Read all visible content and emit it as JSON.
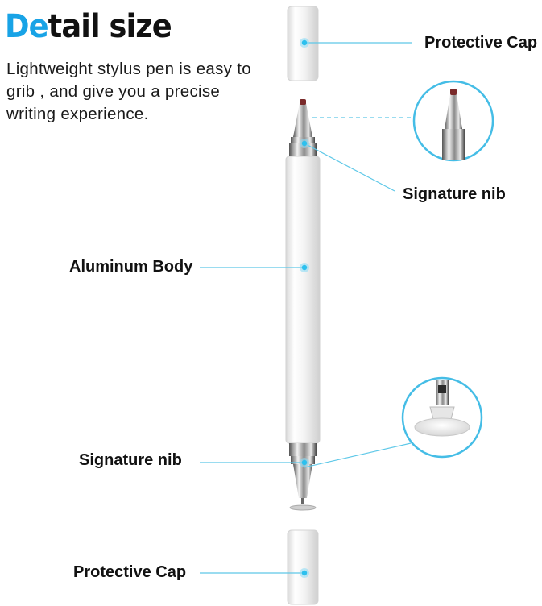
{
  "title": {
    "accent": "De",
    "rest": "tail size"
  },
  "description": "Lightweight stylus pen is easy to grib , and give you a precise writing experience.",
  "labels": {
    "protective_cap_top": "Protective Cap",
    "signature_nib_top": "Signature nib",
    "aluminum_body": "Aluminum Body",
    "signature_nib_bottom": "Signature nib",
    "protective_cap_bottom": "Protective Cap"
  },
  "colors": {
    "accent": "#18a3e6",
    "leader_line": "#5ec8e8",
    "dot": "#2cc0ee"
  }
}
